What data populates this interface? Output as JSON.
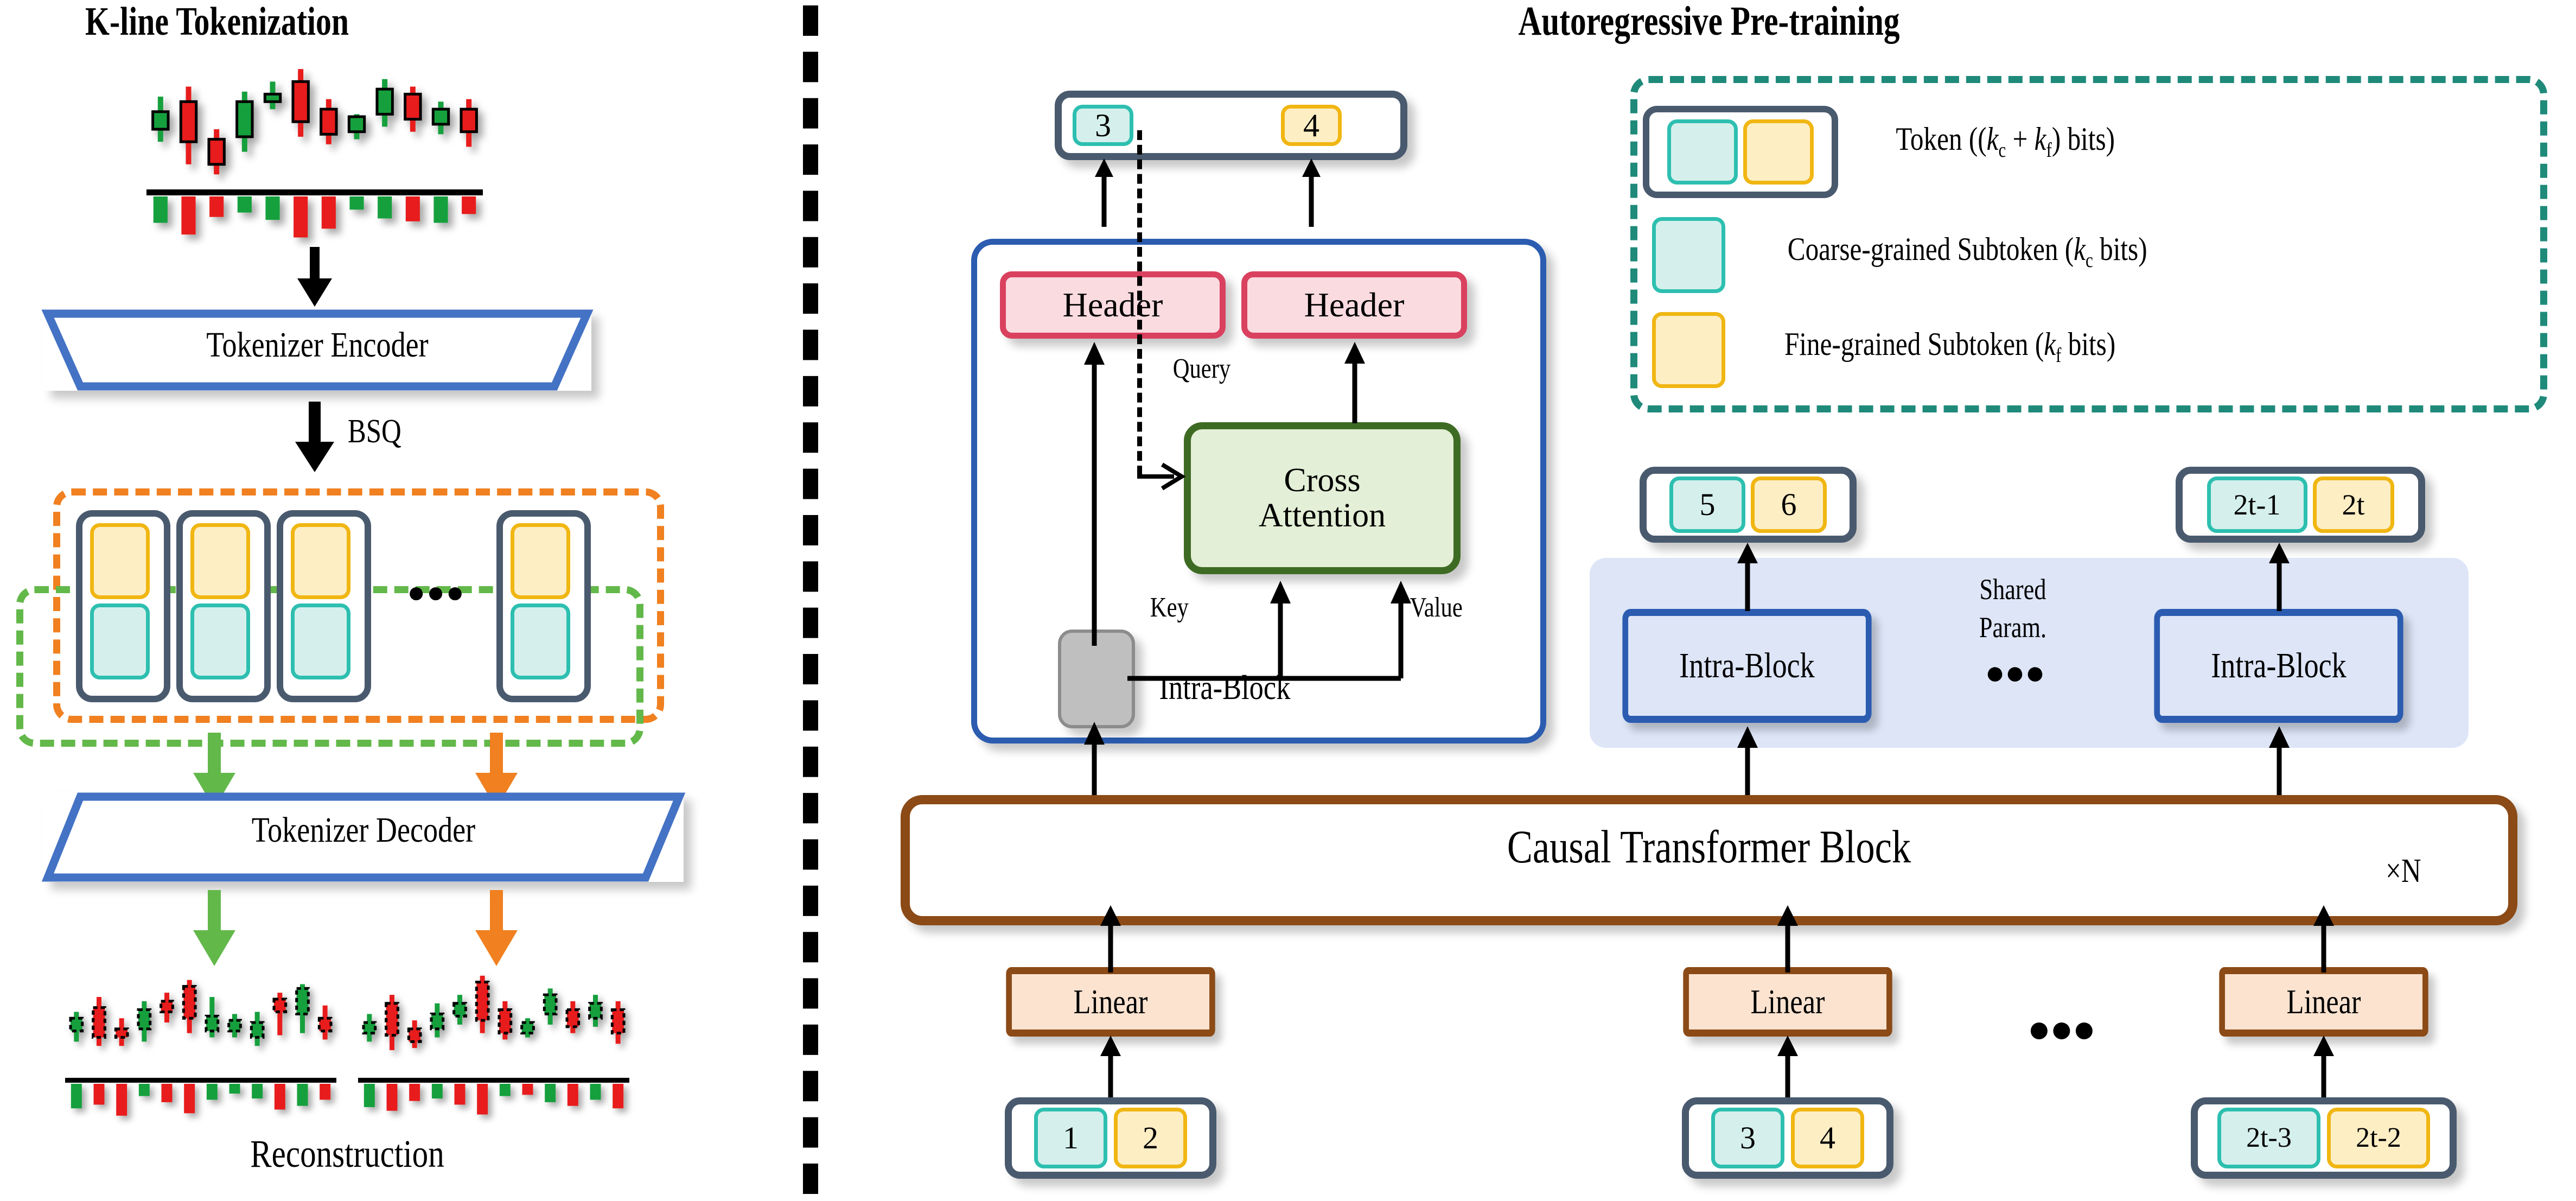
{
  "panels": {
    "left": {
      "title": "K-line Tokenization",
      "encoder_label": "Tokenizer Encoder",
      "bsq_label": "BSQ",
      "decoder_label": "Tokenizer Decoder",
      "reconstruction_label": "Reconstruction",
      "ellipsis": "● ● ●"
    },
    "right": {
      "title": "Autoregressive Pre-training",
      "causal_block_label": "Causal Transformer Block",
      "repeat_label": "×N",
      "intra_block_label": "Intra-Block",
      "shared_param_label_line1": "Shared",
      "shared_param_label_line2": "Param.",
      "ellipsis": "● ● ●",
      "header_label": "Header",
      "cross_attention_line1": "Cross",
      "cross_attention_line2": "Attention",
      "query_label": "Query",
      "key_label": "Key",
      "value_label": "Value",
      "linear_label": "Linear"
    }
  },
  "tokens": {
    "output_top": {
      "coarse": "3",
      "fine": "4"
    },
    "output_mid": {
      "coarse": "5",
      "fine": "6"
    },
    "output_last": {
      "coarse": "2t-1",
      "fine": "2t"
    },
    "input_first": {
      "coarse": "1",
      "fine": "2"
    },
    "input_second": {
      "coarse": "3",
      "fine": "4"
    },
    "input_last": {
      "coarse": "2t-3",
      "fine": "2t-2"
    }
  },
  "legend": {
    "items": [
      {
        "kind": "token",
        "label_pre": "Token ((",
        "k1": "k",
        "k1sub": "c",
        "plus": " + ",
        "k2": "k",
        "k2sub": "f",
        "label_post": ") bits)"
      },
      {
        "kind": "coarse",
        "label_pre": "Coarse-grained Subtoken (",
        "k1": "k",
        "k1sub": "c",
        "label_post": " bits)"
      },
      {
        "kind": "fine",
        "label_pre": "Fine-grained Subtoken (",
        "k1": "k",
        "k1sub": "f",
        "label_post": " bits)"
      }
    ]
  },
  "colors": {
    "coarse_fill": "#d5f0ec",
    "coarse_border": "#2dbfb0",
    "fine_fill": "#fdeec4",
    "fine_border": "#f0b612",
    "token_border": "#4a5a6e",
    "header_fill": "#fadbe0",
    "header_border": "#d9415f",
    "cross_fill": "#e3efd6",
    "cross_border": "#3e6b23",
    "linear_fill": "#fbe3d0",
    "linear_border": "#8b4a16",
    "causal_border": "#8b4a16",
    "intra_border": "#2b5cb0",
    "shared_band": "#dde5f7",
    "trapezoid_border": "#4472c4",
    "legend_dash": "#1f8a7a",
    "orange_dash": "#f08020",
    "green_dash": "#63b84a",
    "gray_box": "#bfbfbf",
    "candle_up": "#17a03c",
    "candle_down": "#e81f1f"
  },
  "charts": {
    "source": {
      "candles": [
        {
          "o": 52,
          "c": 38,
          "h": 26,
          "l": 62,
          "dir": "up"
        },
        {
          "o": 30,
          "c": 62,
          "h": 18,
          "l": 80,
          "dir": "down"
        },
        {
          "o": 60,
          "c": 80,
          "h": 52,
          "l": 88,
          "dir": "down"
        },
        {
          "o": 58,
          "c": 30,
          "h": 22,
          "l": 70,
          "dir": "up"
        },
        {
          "o": 30,
          "c": 24,
          "h": 14,
          "l": 36,
          "dir": "up"
        },
        {
          "o": 14,
          "c": 46,
          "h": 4,
          "l": 58,
          "dir": "down"
        },
        {
          "o": 36,
          "c": 56,
          "h": 28,
          "l": 64,
          "dir": "down"
        },
        {
          "o": 54,
          "c": 42,
          "h": 40,
          "l": 60,
          "dir": "up"
        },
        {
          "o": 40,
          "c": 20,
          "h": 12,
          "l": 50,
          "dir": "up"
        },
        {
          "o": 24,
          "c": 44,
          "h": 18,
          "l": 54,
          "dir": "down"
        },
        {
          "o": 48,
          "c": 36,
          "h": 30,
          "l": 56,
          "dir": "up"
        },
        {
          "o": 36,
          "c": 54,
          "h": 28,
          "l": 66,
          "dir": "down"
        }
      ],
      "volumes": [
        {
          "v": 36,
          "dir": "up"
        },
        {
          "v": 52,
          "dir": "down"
        },
        {
          "v": 28,
          "dir": "down"
        },
        {
          "v": 22,
          "dir": "up"
        },
        {
          "v": 32,
          "dir": "up"
        },
        {
          "v": 56,
          "dir": "down"
        },
        {
          "v": 44,
          "dir": "down"
        },
        {
          "v": 18,
          "dir": "up"
        },
        {
          "v": 30,
          "dir": "up"
        },
        {
          "v": 34,
          "dir": "down"
        },
        {
          "v": 36,
          "dir": "up"
        },
        {
          "v": 24,
          "dir": "down"
        }
      ]
    },
    "recon_a": {
      "candles": [
        {
          "o": 56,
          "c": 44,
          "h": 38,
          "l": 66,
          "dir": "up"
        },
        {
          "o": 34,
          "c": 62,
          "h": 24,
          "l": 70,
          "dir": "down"
        },
        {
          "o": 54,
          "c": 62,
          "h": 44,
          "l": 70,
          "dir": "down"
        },
        {
          "o": 36,
          "c": 54,
          "h": 28,
          "l": 66,
          "dir": "up"
        },
        {
          "o": 28,
          "c": 38,
          "h": 20,
          "l": 48,
          "dir": "down"
        },
        {
          "o": 14,
          "c": 44,
          "h": 8,
          "l": 58,
          "dir": "down"
        },
        {
          "o": 42,
          "c": 56,
          "h": 24,
          "l": 62,
          "dir": "up"
        },
        {
          "o": 46,
          "c": 56,
          "h": 40,
          "l": 62,
          "dir": "up"
        },
        {
          "o": 48,
          "c": 62,
          "h": 38,
          "l": 70,
          "dir": "up"
        },
        {
          "o": 26,
          "c": 38,
          "h": 20,
          "l": 60,
          "dir": "down"
        },
        {
          "o": 16,
          "c": 40,
          "h": 12,
          "l": 58,
          "dir": "up"
        },
        {
          "o": 44,
          "c": 56,
          "h": 32,
          "l": 64,
          "dir": "down"
        }
      ],
      "volumes": [
        {
          "v": 40,
          "dir": "up"
        },
        {
          "v": 34,
          "dir": "down"
        },
        {
          "v": 52,
          "dir": "down"
        },
        {
          "v": 20,
          "dir": "up"
        },
        {
          "v": 30,
          "dir": "down"
        },
        {
          "v": 48,
          "dir": "down"
        },
        {
          "v": 26,
          "dir": "up"
        },
        {
          "v": 16,
          "dir": "up"
        },
        {
          "v": 24,
          "dir": "up"
        },
        {
          "v": 42,
          "dir": "down"
        },
        {
          "v": 36,
          "dir": "up"
        },
        {
          "v": 26,
          "dir": "down"
        }
      ]
    },
    "recon_b": {
      "candles": [
        {
          "o": 48,
          "c": 58,
          "h": 40,
          "l": 66,
          "dir": "up"
        },
        {
          "o": 30,
          "c": 60,
          "h": 22,
          "l": 74,
          "dir": "down"
        },
        {
          "o": 54,
          "c": 66,
          "h": 46,
          "l": 72,
          "dir": "down"
        },
        {
          "o": 40,
          "c": 54,
          "h": 30,
          "l": 62,
          "dir": "up"
        },
        {
          "o": 30,
          "c": 42,
          "h": 22,
          "l": 50,
          "dir": "up"
        },
        {
          "o": 10,
          "c": 46,
          "h": 4,
          "l": 58,
          "dir": "down"
        },
        {
          "o": 36,
          "c": 58,
          "h": 28,
          "l": 64,
          "dir": "down"
        },
        {
          "o": 48,
          "c": 58,
          "h": 44,
          "l": 62,
          "dir": "up"
        },
        {
          "o": 22,
          "c": 40,
          "h": 16,
          "l": 50,
          "dir": "up"
        },
        {
          "o": 36,
          "c": 52,
          "h": 28,
          "l": 58,
          "dir": "down"
        },
        {
          "o": 30,
          "c": 44,
          "h": 22,
          "l": 52,
          "dir": "up"
        },
        {
          "o": 36,
          "c": 58,
          "h": 28,
          "l": 68,
          "dir": "down"
        }
      ],
      "volumes": [
        {
          "v": 38,
          "dir": "up"
        },
        {
          "v": 44,
          "dir": "down"
        },
        {
          "v": 28,
          "dir": "down"
        },
        {
          "v": 24,
          "dir": "up"
        },
        {
          "v": 34,
          "dir": "down"
        },
        {
          "v": 50,
          "dir": "down"
        },
        {
          "v": 20,
          "dir": "up"
        },
        {
          "v": 18,
          "dir": "down"
        },
        {
          "v": 30,
          "dir": "up"
        },
        {
          "v": 36,
          "dir": "down"
        },
        {
          "v": 26,
          "dir": "up"
        },
        {
          "v": 40,
          "dir": "down"
        }
      ]
    }
  }
}
